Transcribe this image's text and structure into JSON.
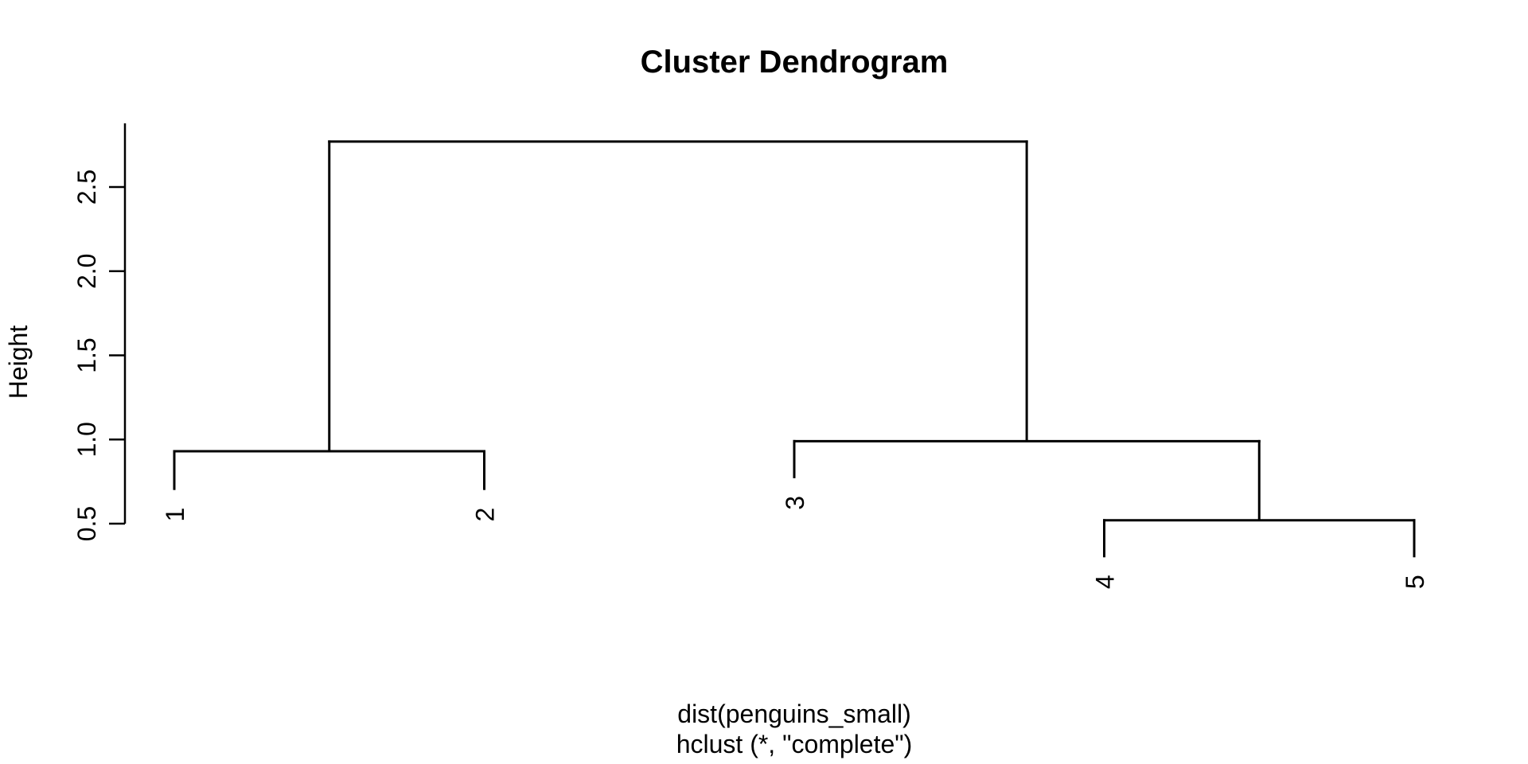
{
  "page": {
    "background_color": "#ffffff"
  },
  "chart_data": {
    "type": "dendrogram",
    "title": "Cluster Dendrogram",
    "ylabel": "Height",
    "sub_lines": [
      "dist(penguins_small)",
      "hclust (*, \"complete\")"
    ],
    "foreground_color": "#000000",
    "background_color": "#ffffff",
    "y_axis": {
      "label": "Height",
      "tick_labels": [
        "0.5",
        "1.0",
        "1.5",
        "2.0",
        "2.5"
      ],
      "tick_values": [
        0.5,
        1.0,
        1.5,
        2.0,
        2.5
      ],
      "range": [
        0.5,
        2.88
      ]
    },
    "leaves": [
      {
        "label": "1",
        "hang_bottom": 0.7
      },
      {
        "label": "2",
        "hang_bottom": 0.7
      },
      {
        "label": "3",
        "hang_bottom": 0.77
      },
      {
        "label": "4",
        "hang_bottom": 0.3
      },
      {
        "label": "5",
        "hang_bottom": 0.3
      }
    ],
    "merges": [
      {
        "name": "merge-1-2",
        "children": [
          "L0",
          "L1"
        ],
        "height": 0.93
      },
      {
        "name": "merge-4-5",
        "children": [
          "L3",
          "L4"
        ],
        "height": 0.52
      },
      {
        "name": "merge-3-45",
        "children": [
          "L2",
          "M1"
        ],
        "height": 0.99
      },
      {
        "name": "root",
        "children": [
          "M0",
          "M2"
        ],
        "height": 2.77
      }
    ]
  }
}
